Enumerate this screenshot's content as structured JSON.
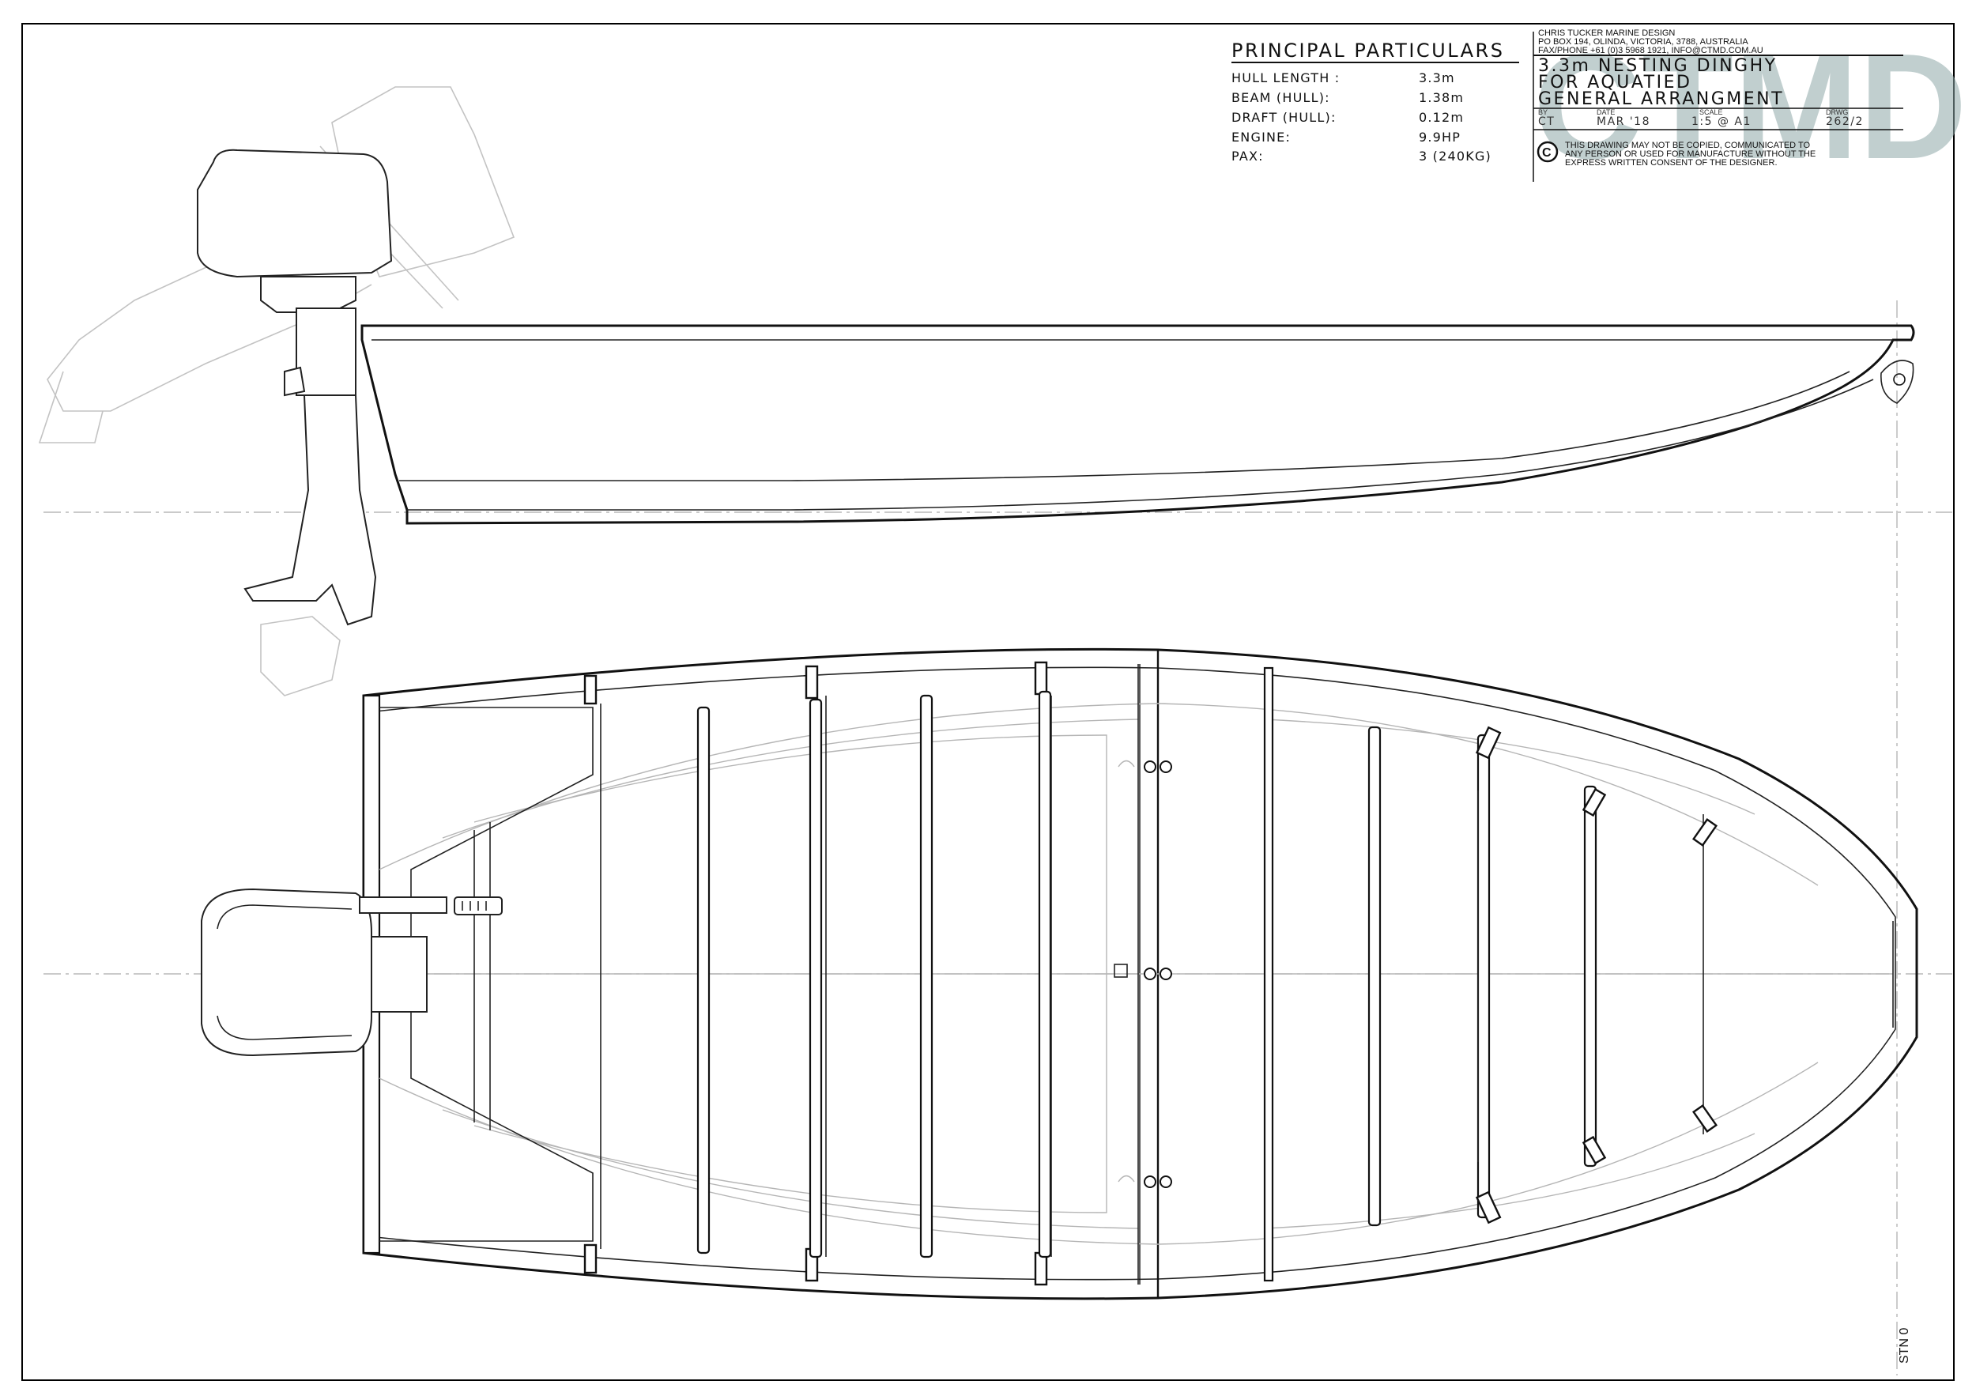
{
  "principal_particulars": {
    "title": "PRINCIPAL PARTICULARS",
    "rows": [
      {
        "label": "HULL LENGTH :",
        "value": "3.3m"
      },
      {
        "label": "BEAM (HULL):",
        "value": "1.38m"
      },
      {
        "label": "DRAFT (HULL):",
        "value": "0.12m"
      },
      {
        "label": "ENGINE:",
        "value": "9.9HP"
      },
      {
        "label": "PAX:",
        "value": "3 (240KG)"
      }
    ]
  },
  "title_block": {
    "company": "CHRIS TUCKER MARINE DESIGN",
    "address": "PO BOX 194, OLINDA, VICTORIA, 3788, AUSTRALIA",
    "contact": "FAX/PHONE +61 (0)3 5968 1921, INFO@CTMD.COM.AU",
    "title_line1": "3.3m NESTING DINGHY",
    "title_line2": "FOR AQUATIED",
    "title_line3": "GENERAL ARRANGMENT",
    "watermark": "CTMD",
    "fields": [
      {
        "label": "BY",
        "value": "CT"
      },
      {
        "label": "DATE",
        "value": "MAR '18"
      },
      {
        "label": "SCALE",
        "value": "1:5 @ A1"
      },
      {
        "label": "DRWG",
        "value": "262/2"
      }
    ],
    "copyright_symbol": "C",
    "copyright_line1": "THIS DRAWING MAY NOT BE COPIED, COMMUNICATED TO",
    "copyright_line2": "ANY PERSON OR USED FOR MANUFACTURE WITHOUT THE",
    "copyright_line3": "EXPRESS WRITTEN CONSENT OF THE DESIGNER."
  },
  "station_label": "STN 0",
  "icons": [
    "outboard-engine-icon",
    "copyright-icon"
  ]
}
